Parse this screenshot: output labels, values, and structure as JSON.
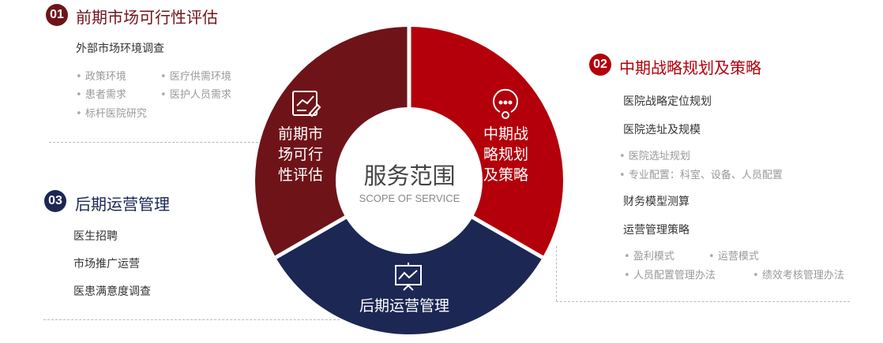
{
  "colors": {
    "phase1": "#6e1419",
    "phase2": "#b3000a",
    "phase3": "#1c2754"
  },
  "center": {
    "title": "服务范围",
    "subtitle": "SCOPE OF SERVICE"
  },
  "ring": {
    "phase1": {
      "line1": "前期市",
      "line2": "场可行",
      "line3": "性评估",
      "icon": "chart-edit-icon"
    },
    "phase2": {
      "line1": "中期战",
      "line2": "略规划",
      "line3": "及策略",
      "icon": "chat-bubble-icon"
    },
    "phase3": {
      "label": "后期运营管理",
      "icon": "presentation-board-icon"
    }
  },
  "section1": {
    "number": "01",
    "title": "前期市场可行性评估",
    "subtitle": "外部市场环境调查",
    "bullets": [
      "政策环境",
      "医疗供需环境",
      "患者需求",
      "医护人员需求",
      "标杆医院研究"
    ]
  },
  "section2": {
    "number": "02",
    "title": "中期战略规划及策略",
    "items": [
      "医院战略定位规划",
      "医院选址及规模",
      "财务模型测算",
      "运营管理策略"
    ],
    "bullets_a": [
      "医院选址规划",
      "专业配置：科室、设备、人员配置"
    ],
    "bullets_b": [
      "盈利模式",
      "运营模式",
      "人员配置管理办法",
      "绩效考核管理办法"
    ]
  },
  "section3": {
    "number": "03",
    "title": "后期运营管理",
    "items": [
      "医生招聘",
      "市场推广运营",
      "医患满意度调查"
    ]
  }
}
